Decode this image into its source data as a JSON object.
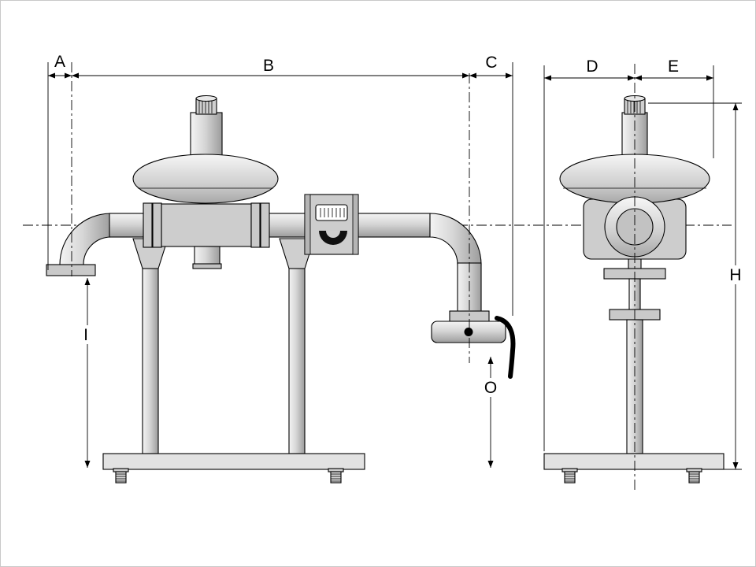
{
  "diagram": {
    "dimension_labels": {
      "a": "A",
      "b": "B",
      "c": "C",
      "d": "D",
      "e": "E",
      "h": "H",
      "i": "I",
      "o": "O"
    },
    "colors": {
      "line": "#000000",
      "metal_light": "#f4f4f4",
      "metal_mid": "#d6d6d6",
      "metal_dark": "#9c9c9c",
      "flange": "#c9c9c9",
      "base": "#e2e2e2",
      "background": "#ffffff"
    }
  }
}
